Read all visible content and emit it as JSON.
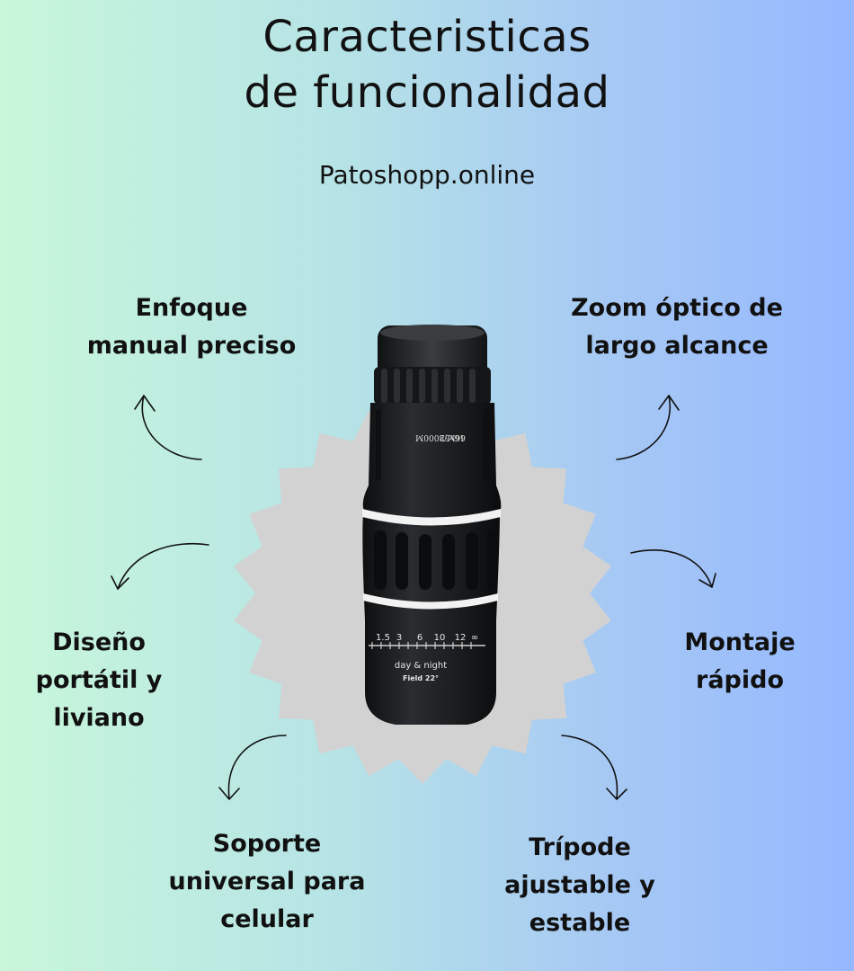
{
  "title": {
    "line1": "Caracteristicas",
    "line2": "de funcionalidad"
  },
  "site": "Patoshopp.online",
  "colors": {
    "bg_left": "#c8f7da",
    "bg_right": "#95b8ff",
    "badge": "#d2d2d2",
    "device": "#1b1d1f"
  },
  "features": {
    "focus": "Enfoque\nmanual preciso",
    "zoom": "Zoom óptico de\nlargo alcance",
    "design": "Diseño\nportátil y\nliviano",
    "mount": "Montaje\nrápido",
    "support": "Soporte\nuniversal para\ncelular",
    "tripod": "Trípode\najustable y\nestable"
  },
  "product": {
    "spec_line1": "16x52",
    "spec_line2": "66M/8000M",
    "scale": [
      "1.5",
      "3",
      "6",
      "10",
      "12",
      "∞"
    ],
    "text1": "day & night",
    "text2": "Field 22°"
  }
}
